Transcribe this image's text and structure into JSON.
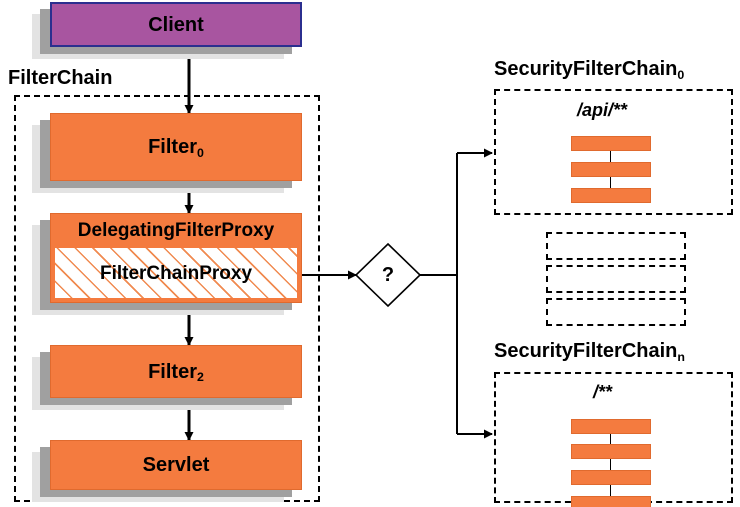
{
  "diagram": {
    "title": "Spring Security FilterChainProxy architecture",
    "colors": {
      "node_fill": "#f47b3f",
      "node_stroke": "#e06a2e",
      "client_fill": "#a855a0",
      "client_stroke": "#2b2f8f",
      "shadow_near": "#a0a0a0",
      "shadow_far": "#e3e3e3",
      "line": "#000000"
    }
  },
  "client": {
    "label": "Client"
  },
  "filter_chain": {
    "group_label": "FilterChain",
    "nodes": [
      {
        "label": "Filter",
        "sub": "0"
      },
      {
        "label": "DelegatingFilterProxy",
        "sub": ""
      },
      {
        "label": "Filter",
        "sub": "2"
      },
      {
        "label": "Servlet",
        "sub": ""
      }
    ],
    "inner_proxy_label": "FilterChainProxy"
  },
  "decision": {
    "label": "?"
  },
  "security_chains": [
    {
      "group_label": "SecurityFilterChain",
      "group_label_sub": "0",
      "pattern": "/api/**",
      "filter_count": 3
    },
    {
      "group_label": "SecurityFilterChain",
      "group_label_sub": "n",
      "pattern": "/**",
      "filter_count": 4
    }
  ],
  "placeholder_chains": [
    {
      "label": ""
    },
    {
      "label": ""
    },
    {
      "label": ""
    }
  ]
}
